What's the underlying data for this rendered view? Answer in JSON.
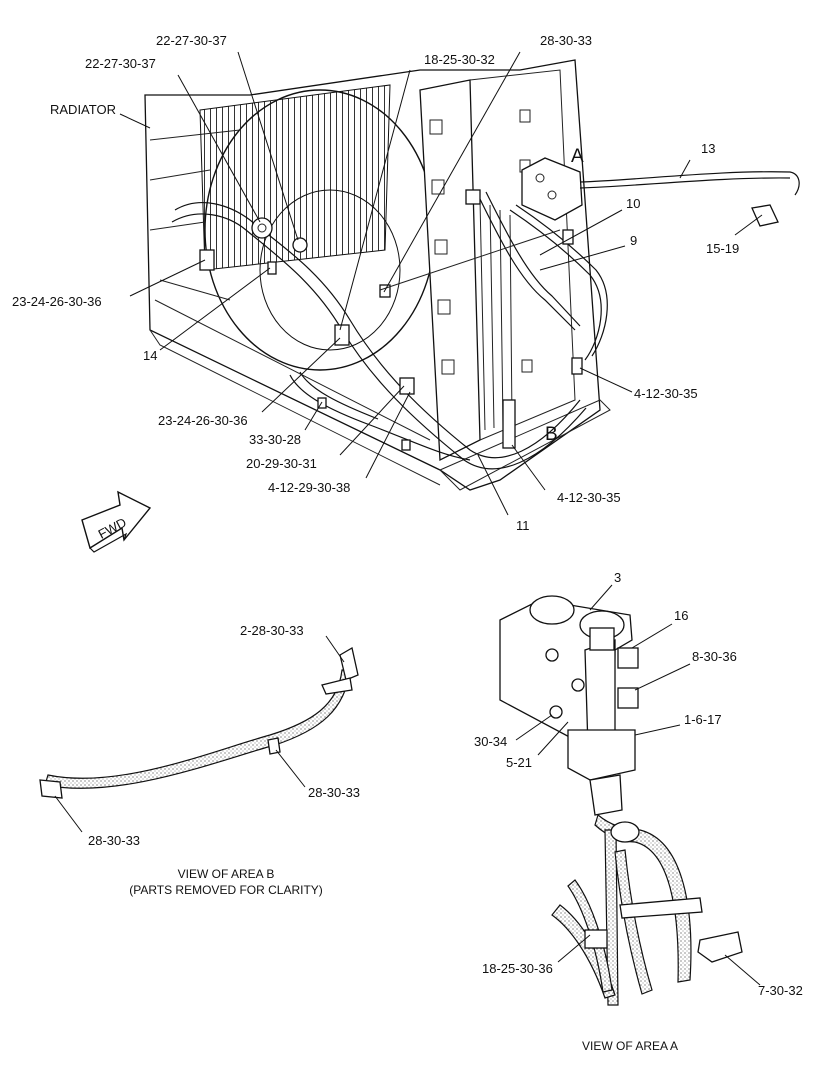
{
  "labels": {
    "radiator": "RADIATOR",
    "p22_27_30_37_a": "22-27-30-37",
    "p22_27_30_37_b": "22-27-30-37",
    "p18_25_30_32": "18-25-30-32",
    "p28_30_33_top": "28-30-33",
    "area_a": "A",
    "p13": "13",
    "p10": "10",
    "p9": "9",
    "p15_19": "15-19",
    "p23_24_26_30_36_a": "23-24-26-30-36",
    "p14": "14",
    "p23_24_26_30_36_b": "23-24-26-30-36",
    "p33_30_28": "33-30-28",
    "p20_29_30_31": "20-29-30-31",
    "p4_12_29_30_38": "4-12-29-30-38",
    "p4_12_30_35_a": "4-12-30-35",
    "area_b": "B",
    "p4_12_30_35_b": "4-12-30-35",
    "p11": "11",
    "fwd": "FWD",
    "p3": "3",
    "p16": "16",
    "p8_30_36": "8-30-36",
    "p1_6_17": "1-6-17",
    "p30_34": "30-34",
    "p5_21": "5-21",
    "p2_28_30_33": "2-28-30-33",
    "p28_30_33_mid": "28-30-33",
    "p28_30_33_left": "28-30-33",
    "p18_25_30_36": "18-25-30-36",
    "p7_30_32": "7-30-32"
  },
  "captions": {
    "view_b_line1": "VIEW OF AREA B",
    "view_b_line2": "(PARTS REMOVED FOR CLARITY)",
    "view_a": "VIEW OF AREA A"
  }
}
